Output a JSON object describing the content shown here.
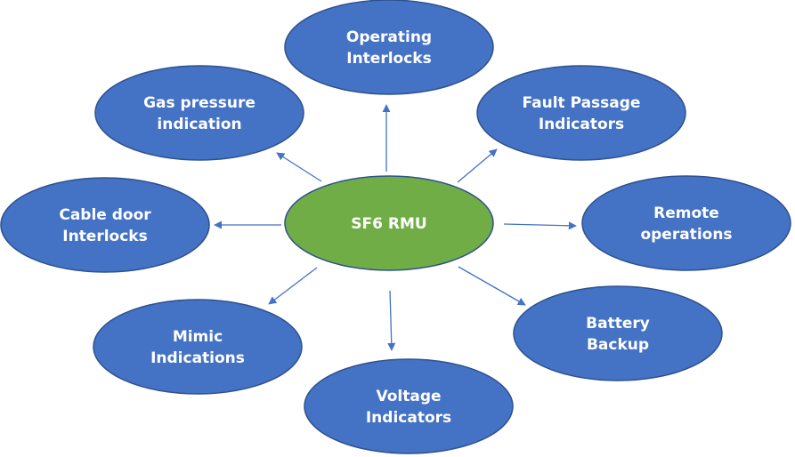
{
  "colors": {
    "center_fill": "#70ad47",
    "outer_fill": "#4472c4",
    "outline": "#2f528f",
    "arrow": "#4472c4",
    "text": "#ffffff"
  },
  "center": {
    "lines": [
      "SF6 RMU"
    ]
  },
  "nodes": [
    {
      "id": "operating-interlocks",
      "lines": [
        "Operating",
        "Interlocks"
      ]
    },
    {
      "id": "fault-passage-indicators",
      "lines": [
        "Fault Passage",
        "Indicators"
      ]
    },
    {
      "id": "remote-operations",
      "lines": [
        "Remote",
        "operations"
      ]
    },
    {
      "id": "battery-backup",
      "lines": [
        "Battery",
        "Backup"
      ]
    },
    {
      "id": "voltage-indicators",
      "lines": [
        "Voltage",
        "Indicators"
      ]
    },
    {
      "id": "mimic-indications",
      "lines": [
        "Mimic",
        "Indications"
      ]
    },
    {
      "id": "cable-door-interlocks",
      "lines": [
        "Cable door",
        "Interlocks"
      ]
    },
    {
      "id": "gas-pressure-indication",
      "lines": [
        "Gas pressure",
        "indication"
      ]
    }
  ]
}
